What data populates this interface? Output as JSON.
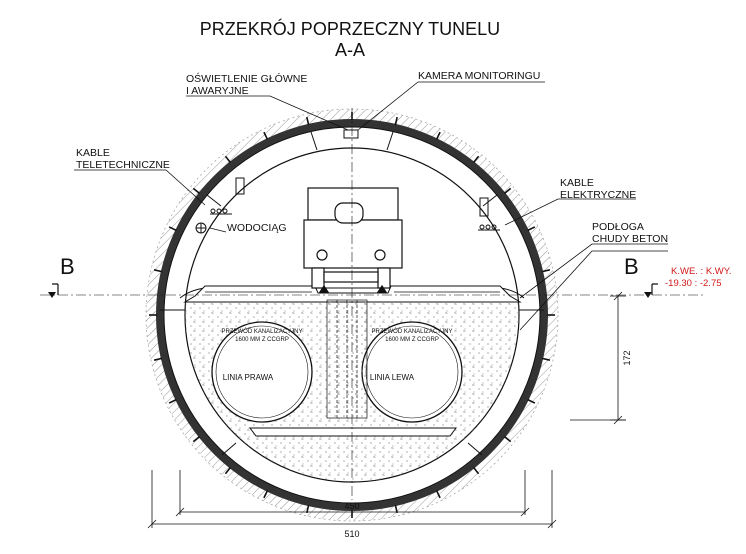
{
  "title": {
    "line1": "PRZEKRÓJ POPRZECZNY TUNELU",
    "line2": "A-A"
  },
  "labels": {
    "lighting_line1": "OŚWIETLENIE GŁÓWNE",
    "lighting_line2": "I AWARYJNE",
    "camera": "KAMERA MONITORINGU",
    "telecom_line1": "KABLE",
    "telecom_line2": "TELETECHNICZNE",
    "water": "WODOCIĄG",
    "electric_line1": "KABLE",
    "electric_line2": "ELEKTRYCZNE",
    "floor_line1": "PODŁOGA",
    "floor_line2": "CHUDY BETON",
    "section_left": "B",
    "section_right": "B",
    "levels_line1": "K.WE. : K.WY.",
    "levels_line2": "-19.30 : -2.75",
    "pipe_left_line1": "PRZEWÓD KANALIZACYJNY",
    "pipe_left_line2": "1600 MM Z CCGRP",
    "pipe_right_line1": "PRZEWÓD KANALIZACYJNY",
    "pipe_right_line2": "1600 MM Z CCGRP",
    "line_right": "LINIA PRAWA",
    "line_left": "LINIA LEWA"
  },
  "dimensions": {
    "inner_width": "450",
    "outer_width": "510",
    "height": "172"
  },
  "colors": {
    "ink": "#111111",
    "accent": "#d01818",
    "hatch": "#888888"
  }
}
